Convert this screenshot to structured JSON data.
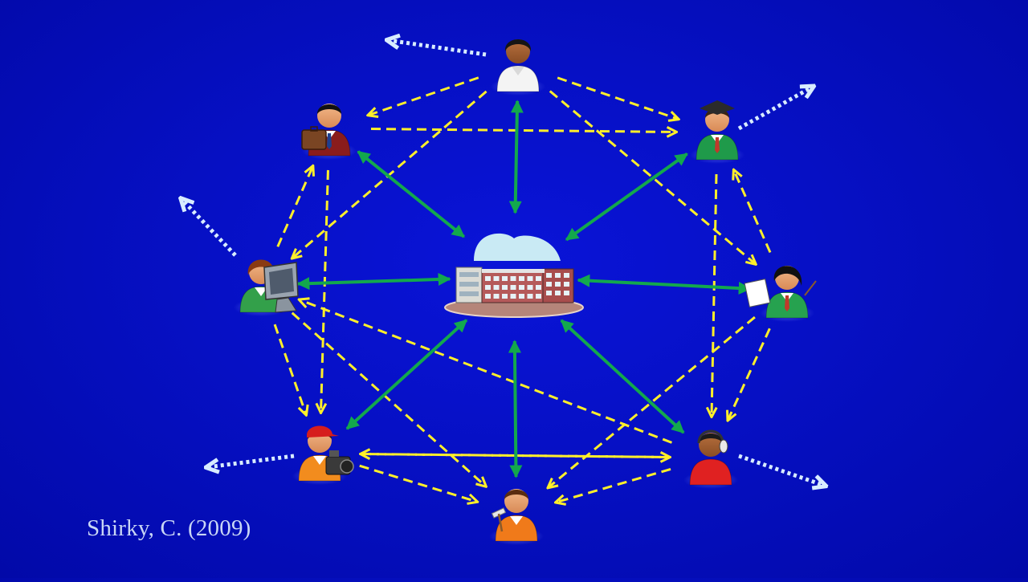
{
  "citation": "Shirky, C. (2009)",
  "colors": {
    "background": "#0610c4",
    "peer_arrow": "#ffef2a",
    "hub_arrow": "#13a84d",
    "outward_arrow": "#d8ecff",
    "citation_text": "#c9d6f5"
  },
  "diagram": {
    "center": {
      "name": "school-building",
      "icon": "school-building-icon"
    },
    "nodes": [
      {
        "name": "person-top",
        "icon": "person-icon"
      },
      {
        "name": "person-graduate",
        "icon": "graduate-icon"
      },
      {
        "name": "person-teacher",
        "icon": "teacher-icon"
      },
      {
        "name": "person-headset",
        "icon": "headset-person-icon"
      },
      {
        "name": "person-worker",
        "icon": "worker-icon"
      },
      {
        "name": "person-cameraman",
        "icon": "cameraman-icon"
      },
      {
        "name": "person-computer",
        "icon": "computer-user-icon"
      },
      {
        "name": "person-businessman",
        "icon": "businessman-icon"
      }
    ],
    "hub_links": [
      [
        "school-building",
        "person-top"
      ],
      [
        "school-building",
        "person-graduate"
      ],
      [
        "school-building",
        "person-teacher"
      ],
      [
        "school-building",
        "person-headset"
      ],
      [
        "school-building",
        "person-worker"
      ],
      [
        "school-building",
        "person-cameraman"
      ],
      [
        "school-building",
        "person-computer"
      ],
      [
        "school-building",
        "person-businessman"
      ]
    ],
    "peer_links": [
      [
        "person-top",
        "person-businessman"
      ],
      [
        "person-top",
        "person-graduate"
      ],
      [
        "person-top",
        "person-computer"
      ],
      [
        "person-top",
        "person-teacher"
      ],
      [
        "person-businessman",
        "person-graduate"
      ],
      [
        "person-businessman",
        "person-cameraman"
      ],
      [
        "person-computer",
        "person-businessman"
      ],
      [
        "person-computer",
        "person-cameraman"
      ],
      [
        "person-computer",
        "person-worker"
      ],
      [
        "person-graduate",
        "person-headset"
      ],
      [
        "person-teacher",
        "person-graduate"
      ],
      [
        "person-teacher",
        "person-headset"
      ],
      [
        "person-teacher",
        "person-worker"
      ],
      [
        "person-headset",
        "person-computer"
      ],
      [
        "person-headset",
        "person-worker"
      ],
      [
        "person-headset",
        "person-cameraman"
      ],
      [
        "person-cameraman",
        "person-headset"
      ],
      [
        "person-cameraman",
        "person-worker"
      ]
    ],
    "outward_links": [
      "person-top",
      "person-graduate",
      "person-headset",
      "person-cameraman",
      "person-computer"
    ]
  }
}
